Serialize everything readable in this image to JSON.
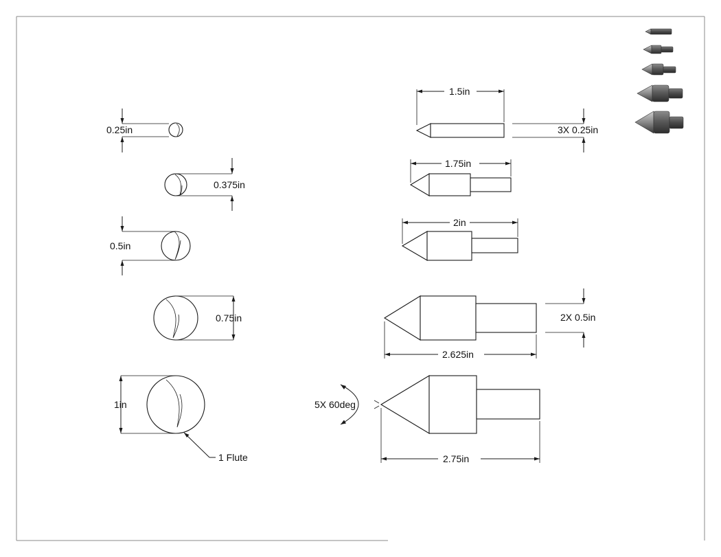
{
  "colors": {
    "line": "#1a1a1a",
    "frame": "#8a8a8a",
    "shade_dark": "#4a4a4a",
    "shade_light": "#9a9a9a"
  },
  "end_views": [
    {
      "label": "0.25in"
    },
    {
      "label": "0.375in"
    },
    {
      "label": "0.5in"
    },
    {
      "label": "0.75in"
    },
    {
      "label": "1in"
    }
  ],
  "side_views": [
    {
      "length_label": "1.5in",
      "extra_label": "3X 0.25in"
    },
    {
      "length_label": "1.75in"
    },
    {
      "length_label": "2in"
    },
    {
      "length_label": "2.625in",
      "extra_label": "2X 0.5in"
    },
    {
      "length_label": "2.75in",
      "extra_label": "5X 60deg"
    }
  ],
  "flute_note": "1 Flute",
  "iso_preview": {
    "icons": [
      "countersink-bit-0.25-icon",
      "countersink-bit-0.375-icon",
      "countersink-bit-0.5-icon",
      "countersink-bit-0.75-icon",
      "countersink-bit-1-icon"
    ]
  }
}
